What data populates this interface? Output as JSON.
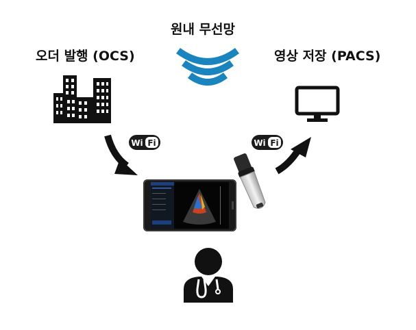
{
  "diagram": {
    "title": "원내 무선망",
    "left_label": "오더 발행 (OCS)",
    "right_label": "영상 저장 (PACS)",
    "wifi_badge_text": "Wi Fi",
    "icons": {
      "wireless": "wireless-signal-icon",
      "hospital": "hospital-buildings-icon",
      "monitor": "monitor-icon",
      "tablet": "ultrasound-tablet-icon",
      "probe": "ultrasound-probe-icon",
      "doctor": "doctor-icon"
    },
    "colors": {
      "wireless": "#1a84bf",
      "icon": "#111111",
      "badge": "#1b1b1b"
    }
  }
}
